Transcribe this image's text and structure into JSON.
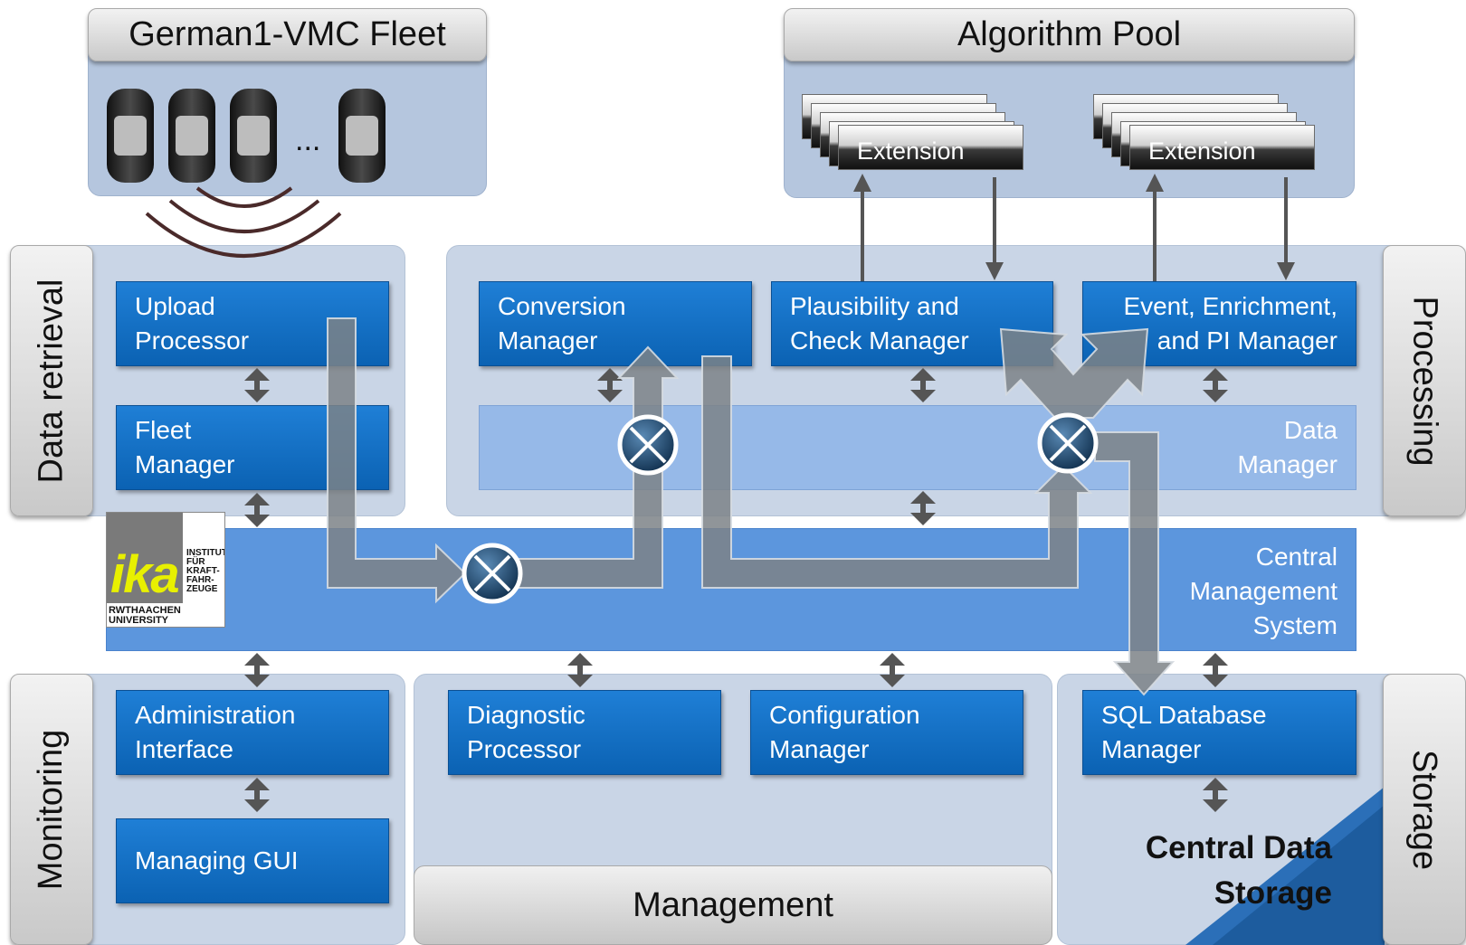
{
  "headers": {
    "fleet": "German1-VMC Fleet",
    "algorithm_pool": "Algorithm Pool",
    "data_retrieval": "Data retrieval",
    "processing": "Processing",
    "monitoring": "Monitoring",
    "management": "Management",
    "storage": "Storage"
  },
  "fleet": {
    "ellipsis": "..."
  },
  "extensions": [
    "Extension",
    "Extension"
  ],
  "boxes": {
    "upload_processor": "Upload\nProcessor",
    "fleet_manager": "Fleet\nManager",
    "conversion_manager": "Conversion\nManager",
    "plausibility_manager": "Plausibility and\nCheck Manager",
    "event_manager": "Event, Enrichment,\nand PI Manager",
    "data_manager": "Data\nManager",
    "central_management_system": "Central\nManagement\nSystem",
    "administration_interface": "Administration\nInterface",
    "managing_gui": "Managing GUI",
    "diagnostic_processor": "Diagnostic\nProcessor",
    "configuration_manager": "Configuration\nManager",
    "sql_database_manager": "SQL Database\nManager"
  },
  "central_data_storage": "Central Data\nStorage",
  "logo": {
    "ika": "ika",
    "institute": "INSTITUT\nFÜR\nKRAFT-\nFAHR-\nZEUGE",
    "university": "RWTHAACHEN\nUNIVERSITY"
  },
  "colors": {
    "box_blue": "#0b62b3",
    "data_manager": "#96b9e8",
    "central_management": "#5c96dd",
    "panel": "#c9d5e6",
    "arrow_grey": "#7d8287"
  }
}
